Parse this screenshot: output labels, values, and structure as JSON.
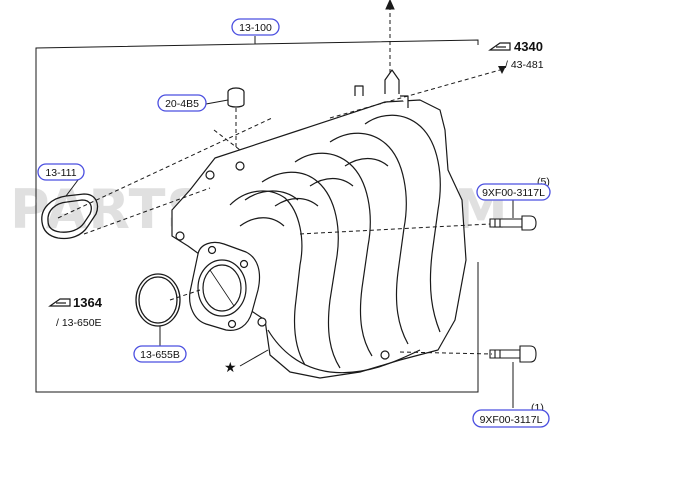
{
  "watermark": "PARTSOUQ.COM",
  "labels": {
    "assembly": "13-100",
    "plug": "20-4B5",
    "gasket_upper": "13-111",
    "gasket_throttle": "13-655B",
    "bolt_upper": "9XF00-3117L",
    "bolt_upper_qty": "(5)",
    "bolt_lower": "9XF00-3117L",
    "bolt_lower_qty": "(1)"
  },
  "refs": {
    "right_ref_number": "4340",
    "right_ref_sub": "/ 43-481",
    "left_ref_number": "1364",
    "left_ref_sub": "/ 13-650E"
  },
  "marker": "★",
  "colors": {
    "pill_border": "#4b4fe0",
    "pill_fill": "#ffffff",
    "line": "#1a1a1a",
    "watermark": "#d9d9d9"
  },
  "icons": [
    "arrow-reference-icon",
    "star-marker-icon"
  ]
}
